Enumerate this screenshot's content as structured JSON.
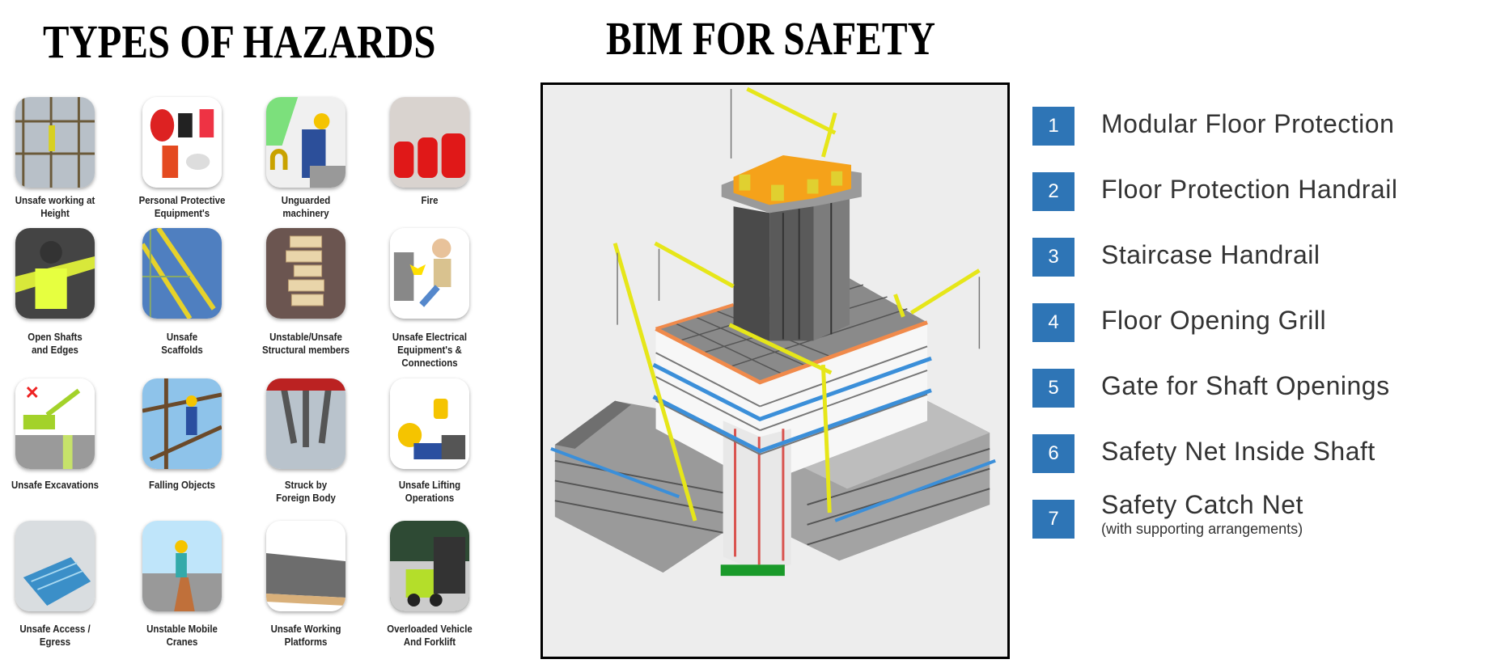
{
  "left_panel": {
    "title": "TYPES OF HAZARDS",
    "hazards": [
      {
        "line1": "Unsafe working at",
        "line2": "Height",
        "icon": "worker-at-height-icon"
      },
      {
        "line1": "Personal Protective",
        "line2": "Equipment's",
        "icon": "ppe-icon"
      },
      {
        "line1": "Unguarded",
        "line2": "machinery",
        "icon": "machinery-icon"
      },
      {
        "line1": "Fire",
        "line2": "",
        "icon": "fire-extinguisher-icon"
      },
      {
        "line1": "Open Shafts",
        "line2": "and Edges",
        "icon": "open-shaft-icon"
      },
      {
        "line1": "Unsafe",
        "line2": "Scaffolds",
        "icon": "scaffold-icon"
      },
      {
        "line1": "Unstable/Unsafe",
        "line2": "Structural members",
        "icon": "jenga-tower-icon"
      },
      {
        "line1": "Unsafe Electrical",
        "line2": "Equipment's &",
        "line3": "Connections",
        "icon": "electric-shock-icon"
      },
      {
        "line1": "Unsafe Excavations",
        "line2": "",
        "icon": "excavator-icon"
      },
      {
        "line1": "Falling Objects",
        "line2": "",
        "icon": "falling-objects-icon"
      },
      {
        "line1": "Struck by",
        "line2": "Foreign  Body",
        "icon": "jackhammer-icon"
      },
      {
        "line1": "Unsafe Lifting",
        "line2": "Operations",
        "icon": "crane-hook-icon"
      },
      {
        "line1": "Unsafe Access /",
        "line2": "Egress",
        "icon": "access-icon"
      },
      {
        "line1": "Unstable Mobile",
        "line2": "Cranes",
        "icon": "mobile-crane-icon"
      },
      {
        "line1": "Unsafe Working",
        "line2": "Platforms",
        "icon": "platform-icon"
      },
      {
        "line1": "Overloaded Vehicle",
        "line2": "And Forklift",
        "icon": "forklift-icon"
      }
    ]
  },
  "right_panel": {
    "title": "BIM FOR SAFETY",
    "accent": "#2e75b6",
    "items": [
      {
        "num": "1",
        "label": "Modular Floor Protection"
      },
      {
        "num": "2",
        "label": "Floor Protection Handrail"
      },
      {
        "num": "3",
        "label": "Staircase Handrail"
      },
      {
        "num": "4",
        "label": "Floor Opening Grill"
      },
      {
        "num": "5",
        "label": "Gate for Shaft Openings"
      },
      {
        "num": "6",
        "label": "Safety Net Inside Shaft"
      },
      {
        "num": "7",
        "label": "Safety Catch Net",
        "note": "(with supporting arrangements)"
      }
    ]
  }
}
